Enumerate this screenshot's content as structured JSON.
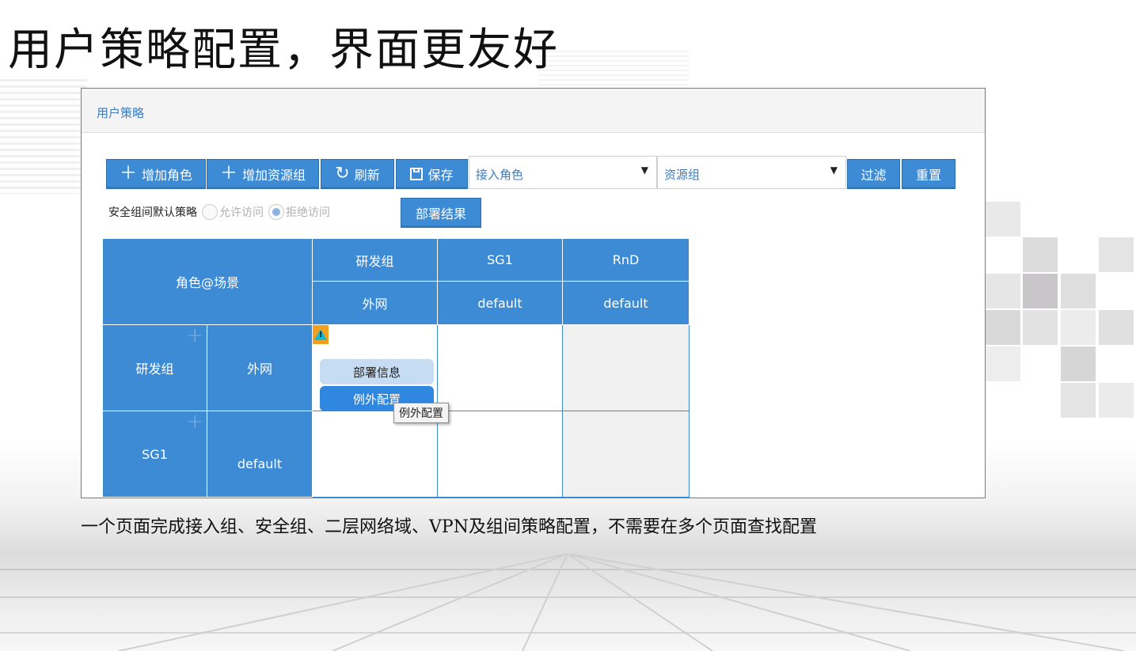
{
  "slide": {
    "title": "用户策略配置，界面更友好",
    "caption": "一个页面完成接入组、安全组、二层网络域、VPN及组间策略配置，不需要在多个页面查找配置"
  },
  "panel": {
    "title": "用户策略",
    "toolbar": {
      "add_role": {
        "icon": "plus-icon",
        "label": "增加角色"
      },
      "add_resource_group": {
        "icon": "plus-icon",
        "label": "增加资源组"
      },
      "refresh": {
        "icon": "refresh-icon",
        "label": "刷新"
      },
      "save": {
        "icon": "save-icon",
        "label": "保存"
      },
      "role_select": {
        "value": "接入角色"
      },
      "resource_select": {
        "value": "资源组"
      },
      "filter": "过滤",
      "reset": "重置"
    },
    "default_policy": {
      "label": "安全组间默认策略",
      "options": [
        {
          "label": "允许访问",
          "selected": false
        },
        {
          "label": "拒绝访问",
          "selected": true
        }
      ]
    },
    "deploy_result": "部署结果",
    "grid": {
      "corner_header": "角色@场景",
      "columns": [
        {
          "group": "研发组",
          "scene": "外网"
        },
        {
          "group": "SG1",
          "scene": "default"
        },
        {
          "group": "RnD",
          "scene": "default"
        }
      ],
      "rows": [
        {
          "role": "研发组",
          "scene": "外网"
        },
        {
          "role": "SG1",
          "scene": "default"
        }
      ],
      "cell_actions": {
        "deploy_info": "部署信息",
        "exception_config": "例外配置",
        "tooltip": "例外配置"
      }
    }
  }
}
